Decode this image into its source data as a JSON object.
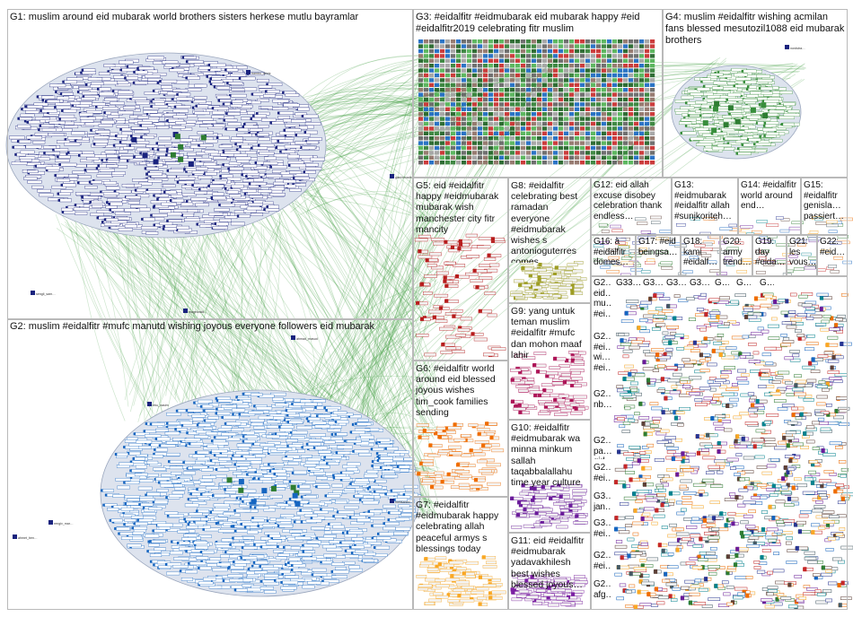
{
  "groups": [
    {
      "id": "G1",
      "label": "G1: muslim around eid mubarak world brothers sisters herkese mutlu bayramlar",
      "color": "#1a237e"
    },
    {
      "id": "G2",
      "label": "G2: muslim #eidalfitr #mufc manutd wishing joyous everyone followers eid mubarak",
      "color": "#1565c0"
    },
    {
      "id": "G3",
      "label": "G3: #eidalfitr #eidmubarak eid mubarak happy #eid #eidalfitr2019 celebrating fitr muslim",
      "color": "#2e7d32"
    },
    {
      "id": "G4",
      "label": "G4: muslim #eidalfitr wishing acmilan fans blessed mesutozil1088 eid mubarak brothers",
      "color": "#388e3c"
    },
    {
      "id": "G5",
      "label": "G5: eid #eidalfitr happy #eidmubarak mubarak wish manchester city fitr mancity",
      "color": "#b71c1c"
    },
    {
      "id": "G6",
      "label": "G6: #eidalfitr world around eid blessed joyous wishes tim_cook families sending",
      "color": "#ef6c00"
    },
    {
      "id": "G7",
      "label": "G7: #eidalfitr #eidmubarak happy celebrating allah peaceful armys s blessings today",
      "color": "#f9a825"
    },
    {
      "id": "G8",
      "label": "G8: #eidalfitr celebrating best ramadan everyone #eidmubarak wishes s antonioguterres comes",
      "color": "#9e9d24"
    },
    {
      "id": "G9",
      "label": "G9: yang untuk teman muslim #eidalfitr #mufc dan mohon maaf lahir",
      "color": "#ad1457"
    },
    {
      "id": "G10",
      "label": "G10: #eidalfitr #eidmubarak wa minna minkum sallah taqabbalallahu time year culture",
      "color": "#6a1b9a"
    },
    {
      "id": "G11",
      "label": "G11: eid #eidalfitr #eidmubarak yadavakhilesh best wishes blessed joyous…",
      "color": "#7b1fa2"
    },
    {
      "id": "G12",
      "label": "G12: eid allah excuse disobey celebration thank endless…",
      "color": "#00695c"
    },
    {
      "id": "G13",
      "label": "G13: #eidmubarak #eidalfitr allah #sunjkoriteh…",
      "color": "#5d4037"
    },
    {
      "id": "G14",
      "label": "G14: #eidalfitr world around end…",
      "color": "#0277bd"
    },
    {
      "id": "G15",
      "label": "G15: #eidalfitr genisla… passiert…",
      "color": "#455a64"
    },
    {
      "id": "G16",
      "label": "G16: à #eidalfitr domes…",
      "color": "#6d4c41"
    },
    {
      "id": "G17",
      "label": "G17: #eid beingsa…",
      "color": "#c62828"
    },
    {
      "id": "G18",
      "label": "G18: kami #eidalf…",
      "color": "#4e342e"
    },
    {
      "id": "G20",
      "label": "G20: army trend…",
      "color": "#558b2f"
    },
    {
      "id": "G19",
      "label": "G19: day #eida…",
      "color": "#00838f"
    },
    {
      "id": "G21",
      "label": "G21: les vous…",
      "color": "#283593"
    },
    {
      "id": "G22",
      "label": "G22: #eid…",
      "color": "#37474f"
    }
  ],
  "small_cells_col": [
    {
      "label": "G2… eid… mu… #ei…"
    },
    {
      "label": "G2… #ei… wi… #ei…"
    },
    {
      "label": "G2… nb…"
    },
    {
      "label": "G2… pa… girl…"
    },
    {
      "label": "G2… #ei…"
    },
    {
      "label": "G3… jan…"
    },
    {
      "label": "G3… #ei…"
    },
    {
      "label": "G2… #ei…"
    },
    {
      "label": "G2… afg…"
    }
  ],
  "small_cells_row": [
    {
      "label": "G33…"
    },
    {
      "label": "G3…"
    },
    {
      "label": "G3…"
    },
    {
      "label": "G3…"
    },
    {
      "label": "G…"
    },
    {
      "label": "G…"
    },
    {
      "label": "G…"
    }
  ],
  "outlier_nodes": [
    {
      "label": "sengli_sam…"
    },
    {
      "label": "magnivaldi…"
    },
    {
      "label": "rengiv_mar…"
    },
    {
      "label": "bambu_deniz"
    },
    {
      "label": "gaminmade…"
    },
    {
      "label": "ahmad_masud"
    },
    {
      "label": "ahmet_ben…"
    },
    {
      "label": "ebu_nasim"
    },
    {
      "label": "mekkarani…"
    },
    {
      "label": "nordstra…"
    }
  ],
  "edge_color": "#3a9a3a"
}
